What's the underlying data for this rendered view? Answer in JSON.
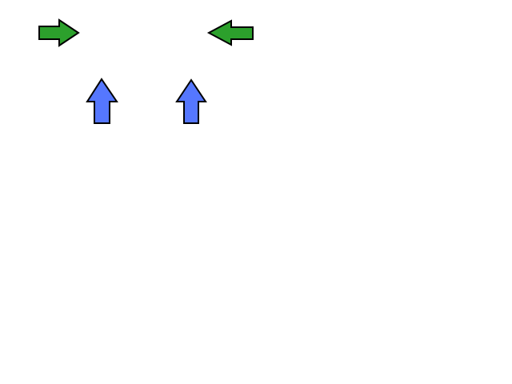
{
  "diagram": {
    "background": "#ffffff",
    "outline_color": "#000000",
    "arrows": [
      {
        "id": "arrow-right-icon",
        "direction": "right",
        "color": "#2ca02c"
      },
      {
        "id": "arrow-left-icon",
        "direction": "left",
        "color": "#2ca02c"
      },
      {
        "id": "arrow-up-icon-1",
        "direction": "up",
        "color": "#5577ff"
      },
      {
        "id": "arrow-up-icon-2",
        "direction": "up",
        "color": "#5577ff"
      }
    ]
  }
}
